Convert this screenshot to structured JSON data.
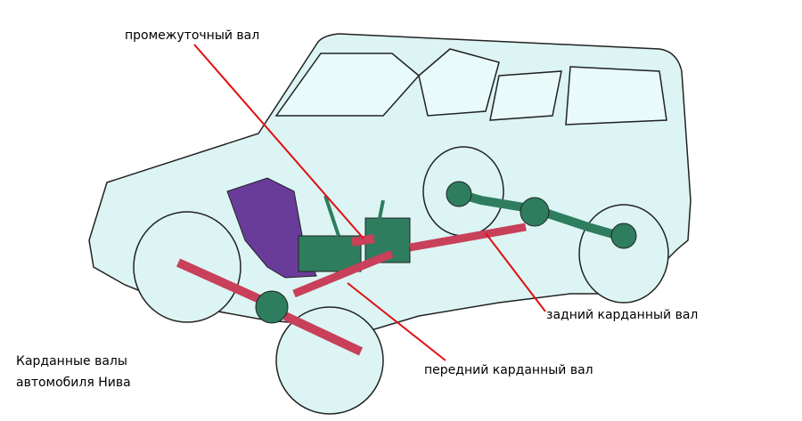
{
  "labels": {
    "intermediate_shaft": "промежуточный вал",
    "rear_driveshaft": "задний карданный вал",
    "front_driveshaft": "передний карданный вал"
  },
  "caption": {
    "line1": "Карданные валы",
    "line2": "автомобиля Нива"
  },
  "colors": {
    "body": "#dcf4f4",
    "shaft": "#c8405a",
    "axle": "#2e7d5e",
    "tank": "#6a3c9a",
    "pointer": "#e01010"
  }
}
